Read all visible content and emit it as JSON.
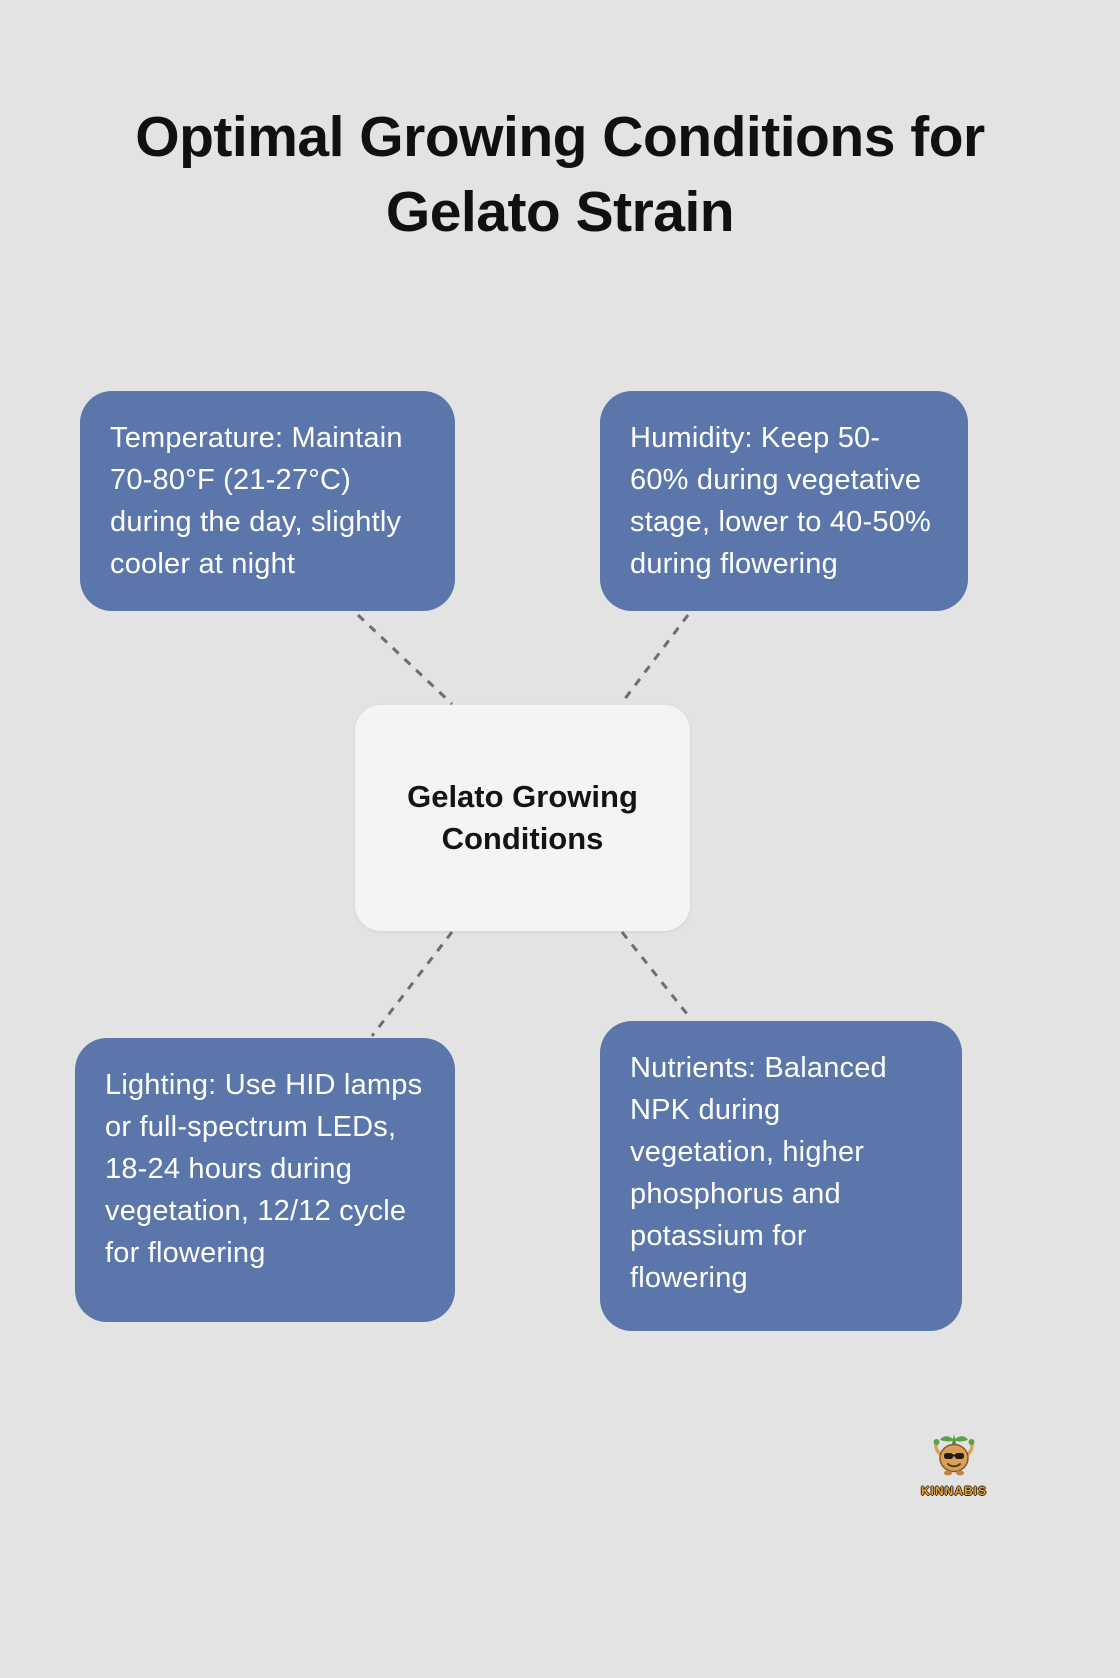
{
  "title": "Optimal Growing Conditions for Gelato Strain",
  "center": {
    "label": "Gelato Growing Conditions"
  },
  "nodes": [
    {
      "id": "temperature",
      "text": "Temperature: Maintain 70-80°F (21-27°C) during the day, slightly cooler at night"
    },
    {
      "id": "humidity",
      "text": "Humidity: Keep 50-60% during vegetative stage, lower to 40-50% during flowering"
    },
    {
      "id": "lighting",
      "text": "Lighting: Use HID lamps or full-spectrum LEDs, 18-24 hours during vegetation, 12/12 cycle for flowering"
    },
    {
      "id": "nutrients",
      "text": "Nutrients: Balanced NPK during vegetation, higher phosphorus and potassium for flowering"
    }
  ],
  "logo": {
    "text": "KINNABIS"
  },
  "colors": {
    "bg": "#e3e3e3",
    "node_bg": "#5b76ab",
    "node_text": "#ffffff",
    "center_bg": "#f4f4f4",
    "center_text": "#141414",
    "title_text": "#101010",
    "connector": "#6e6e6e",
    "logo_text": "#e6a23c"
  }
}
